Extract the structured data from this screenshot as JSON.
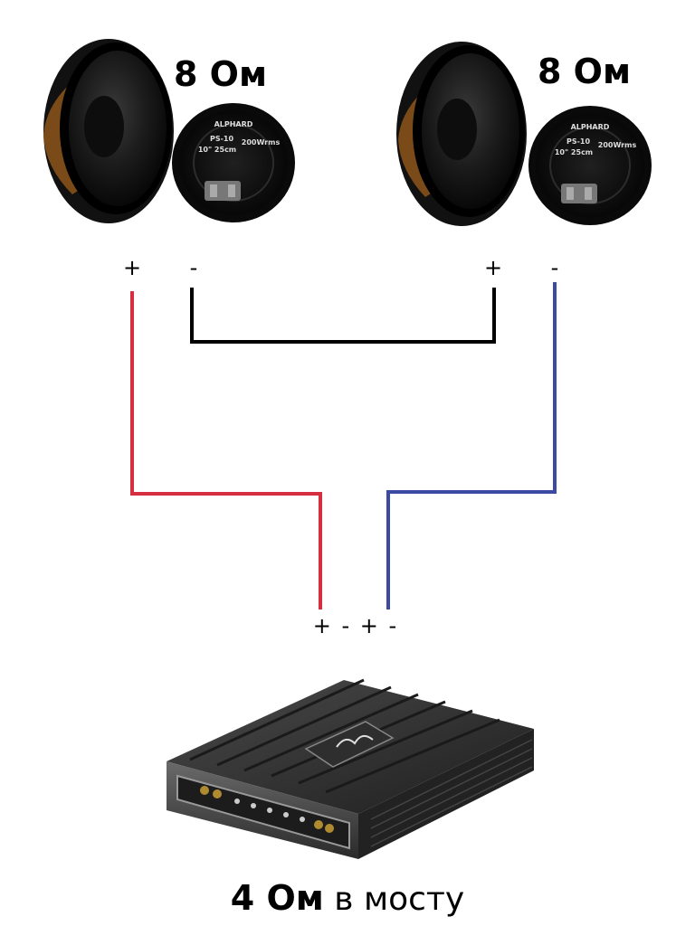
{
  "speakers": [
    {
      "impedance_label": "8 Ом",
      "brand": "ALPHARD",
      "model": "PS-10",
      "size": "10\" 25cm",
      "power": "200Wrms",
      "terminal_plus": "+",
      "terminal_minus": "-"
    },
    {
      "impedance_label": "8 Ом",
      "brand": "ALPHARD",
      "model": "PS-10",
      "size": "10\" 25cm",
      "power": "200Wrms",
      "terminal_plus": "+",
      "terminal_minus": "-"
    }
  ],
  "amplifier": {
    "terminals": "+ - + -",
    "caption_bold": "4 Ом",
    "caption_rest": " в мосту"
  },
  "colors": {
    "wire_positive": "#d62e3e",
    "wire_negative": "#3b4aa3",
    "wire_jumper": "#000000"
  }
}
